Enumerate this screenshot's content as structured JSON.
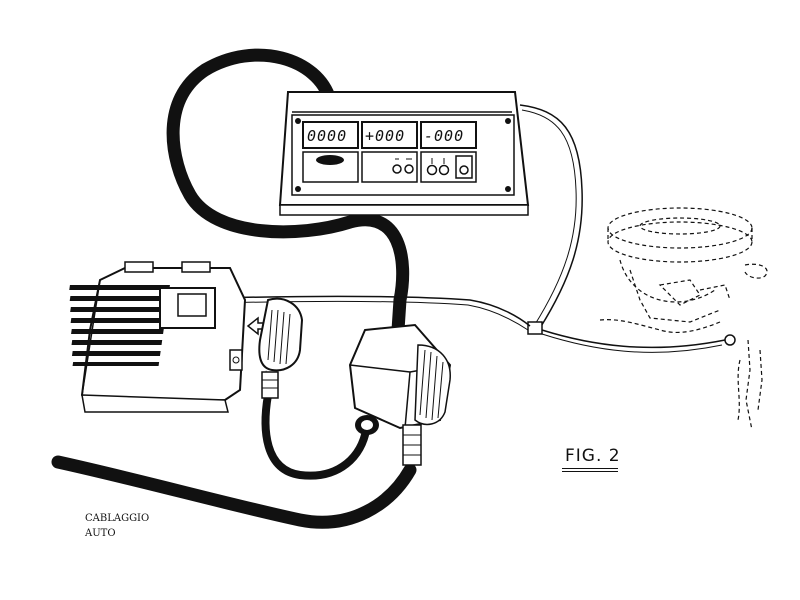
{
  "analyzer": {
    "display_1": "0000",
    "display_2": "+000",
    "display_3": "-000"
  },
  "figure": {
    "label": "FIG. 2"
  },
  "wiring": {
    "line_1": "CABLAGGIO",
    "line_2": "AUTO"
  }
}
